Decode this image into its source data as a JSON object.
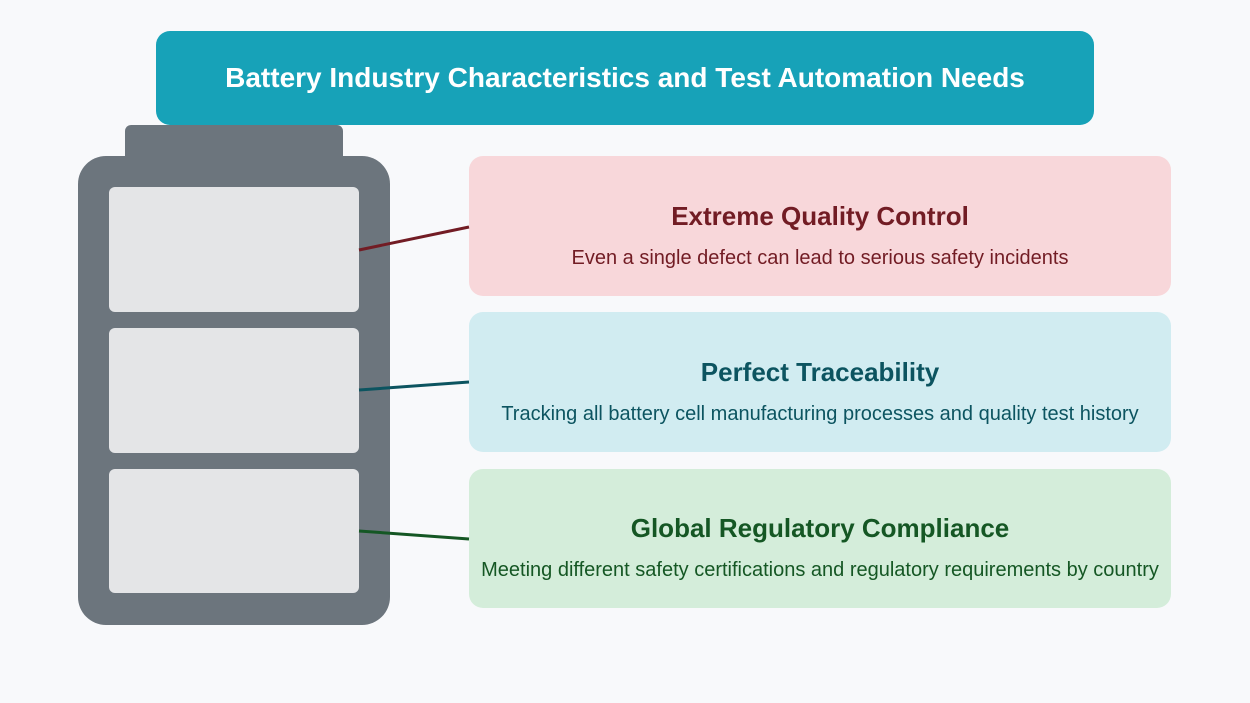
{
  "title": "Battery Industry Characteristics and Test Automation Needs",
  "colors": {
    "banner": "#17a2b8",
    "battery": "#6c757d",
    "cell": "#e4e5e7",
    "background": "#f8f9fb"
  },
  "cards": [
    {
      "title": "Extreme Quality Control",
      "description": "Even a single defect can lead to serious safety incidents",
      "background": "#f8d7da",
      "text_color": "#721c24"
    },
    {
      "title": "Perfect Traceability",
      "description": "Tracking all battery cell manufacturing processes and quality test history",
      "background": "#d1ecf1",
      "text_color": "#0c5460"
    },
    {
      "title": "Global Regulatory Compliance",
      "description": "Meeting different safety certifications and regulatory requirements by country",
      "background": "#d4edda",
      "text_color": "#155724"
    }
  ]
}
